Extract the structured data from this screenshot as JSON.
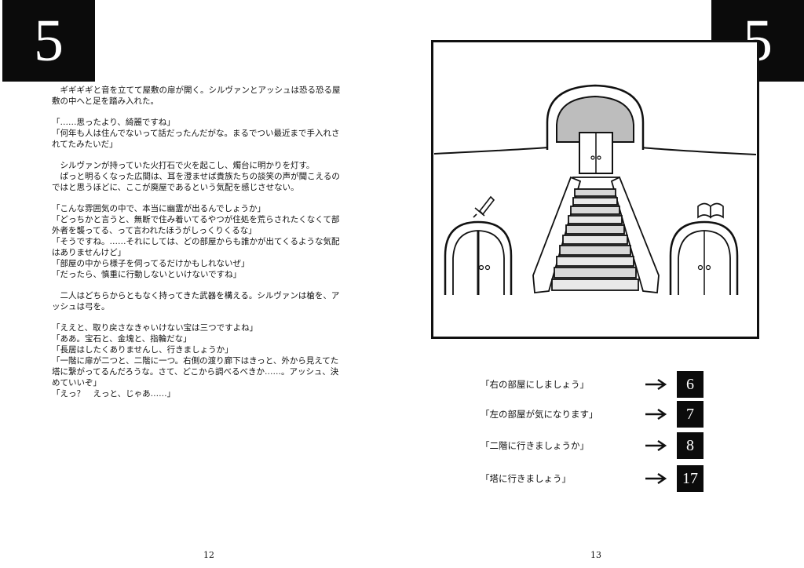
{
  "left_page": {
    "section_number": "5",
    "paragraphs": [
      "　ギギギギと音を立てて屋敷の扉が開く。シルヴァンとアッシュは恐る恐る屋\n敷の中へと足を踏み入れた。",
      "",
      "「……思ったより、綺麗ですね」\n「何年も人は住んでないって話だったんだがな。まるでつい最近まで手入れさ\nれてたみたいだ」",
      "",
      "　シルヴァンが持っていた火打石で火を起こし、燭台に明かりを灯す。\n　ぱっと明るくなった広間は、耳を澄ませば貴族たちの談笑の声が聞こえるの\nではと思うほどに、ここが廃屋であるという気配を感じさせない。",
      "",
      "「こんな雰囲気の中で、本当に幽霊が出るんでしょうか」\n「どっちかと言うと、無断で住み着いてるやつが住処を荒らされたくなくて部\n外者を襲ってる、って言われたほうがしっくりくるな」\n「そうですね。……それにしては、どの部屋からも誰かが出てくるような気配\nはありませんけど」\n「部屋の中から様子を伺ってるだけかもしれないぜ」\n「だったら、慎重に行動しないといけないですね」",
      "",
      "　二人はどちらからともなく持ってきた武器を構える。シルヴァンは槍を、ア\nッシュは弓を。",
      "",
      "「ええと、取り戻さなきゃいけない宝は三つですよね」\n「ああ。宝石と、金塊と、指輪だな」\n「長居はしたくありませんし、行きましょうか」\n「一階に扉が二つと、二階に一つ。右側の渡り廊下はきっと、外から見えてた\n塔に繋がってるんだろうな。さて、どこから調べるべきか……。アッシュ、決\nめていいぞ」\n「えっ？　えっと、じゃあ……」"
    ],
    "page_number": "12"
  },
  "right_page": {
    "section_number": "5",
    "choices": [
      {
        "text": "「右の部屋にしましょう」",
        "target": "6"
      },
      {
        "text": "「左の部屋が気になります」",
        "target": "7"
      },
      {
        "text": "「二階に行きましょうか」",
        "target": "8"
      },
      {
        "text": "「塔に行きましょう」",
        "target": "17"
      }
    ],
    "page_number": "13"
  },
  "illustration_icons": [
    "sword-icon",
    "book-icon",
    "arrow-right-icon"
  ]
}
